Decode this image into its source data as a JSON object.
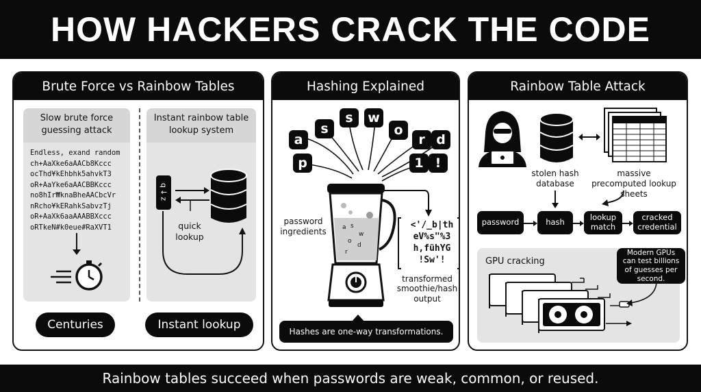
{
  "title": "HOW HACKERS CRACK THE CODE",
  "footer": "Rainbow tables succeed when passwords are weak, common, or reused.",
  "panel1": {
    "heading": "Brute Force vs Rainbow Tables",
    "left_title": "Slow brute force guessing attack",
    "left_lines": [
      "Endless, exand random",
      "ch+AaXke6aAACb8Kccc",
      "ocThd¥kEhbhk5ahvkT3",
      "oR+AaYke6aAACBBKccc",
      "no8hIr₩knaBheAACbcVr",
      "nRcho¥kERahkSabvzTj",
      "oR+AaXk6aaAAABBXccc",
      "oRTkeN#k0eue#RaXVT1"
    ],
    "right_title": "Instant rainbow table lookup system",
    "quick_lookup": "quick lookup",
    "key_chars": "q↓z",
    "left_pill": "Centuries",
    "right_pill": "Instant lookup",
    "icons": [
      "stopwatch-icon",
      "database-icon"
    ]
  },
  "panel2": {
    "heading": "Hashing Explained",
    "letters": [
      "a",
      "s",
      "s",
      "w",
      "o",
      "r",
      "d",
      "p",
      "1",
      "!"
    ],
    "ingredients_label": "password ingredients",
    "inside_letters": [
      "a",
      "s",
      "w",
      "o",
      "d",
      "r"
    ],
    "hash_lines": [
      "<'/_b|th",
      "eV%s\"%3",
      "h,fühYG",
      "!Sw'!"
    ],
    "output_label": "transformed smoothie/hash output",
    "callout": "Hashes are one-way transformations.",
    "icons": [
      "blender-icon"
    ]
  },
  "panel3": {
    "heading": "Rainbow Table Attack",
    "db_label": "stolen hash database",
    "sheets_label": "massive precomputed lookup sheets",
    "flow": [
      "password",
      "hash",
      "lookup match",
      "cracked credential"
    ],
    "gpu_label": "GPU cracking",
    "gpu_callout": "Modern GPUs can test billions of guesses per second.",
    "icons": [
      "hacker-icon",
      "database-icon",
      "spreadsheet-icon",
      "gpu-card-icon"
    ]
  }
}
